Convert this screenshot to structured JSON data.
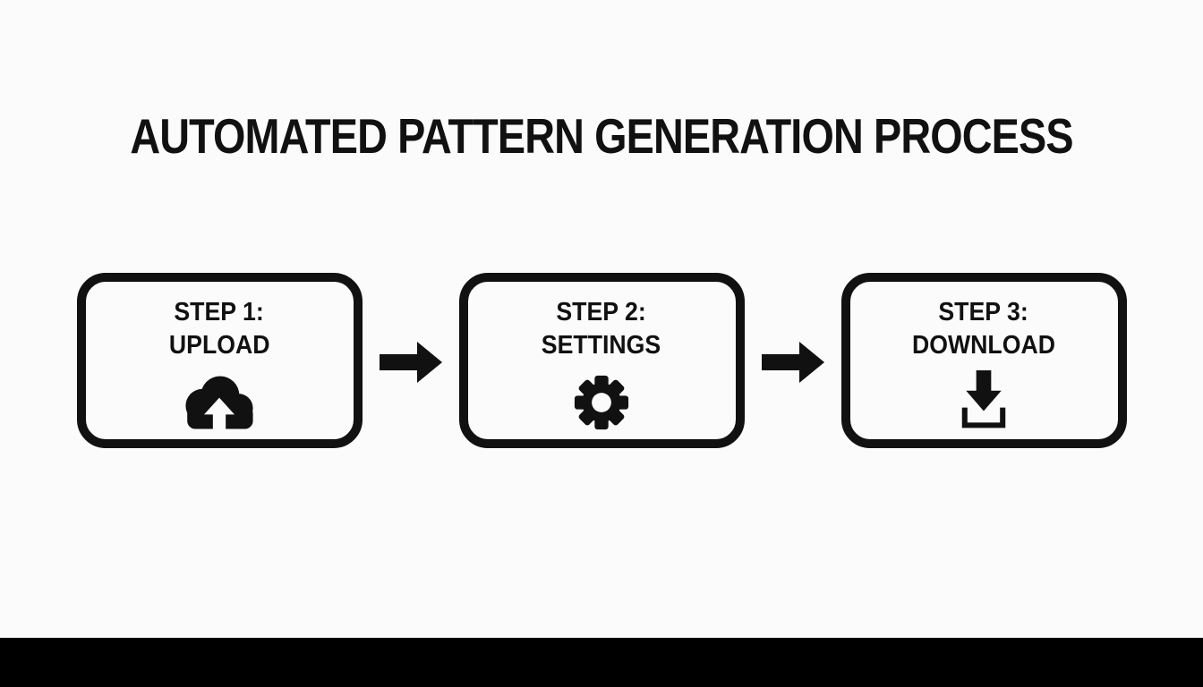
{
  "title": "AUTOMATED PATTERN GENERATION PROCESS",
  "steps": [
    {
      "line1": "STEP 1:",
      "line2": "UPLOAD",
      "icon": "cloud-upload-icon"
    },
    {
      "line1": "STEP 2:",
      "line2": "SETTINGS",
      "icon": "gear-icon"
    },
    {
      "line1": "STEP 3:",
      "line2": "DOWNLOAD",
      "icon": "download-icon"
    }
  ],
  "arrows": {
    "count": 2,
    "direction": "right"
  },
  "colors": {
    "ink": "#111111",
    "background": "#fbfbfb",
    "footer_bar": "#000000"
  }
}
